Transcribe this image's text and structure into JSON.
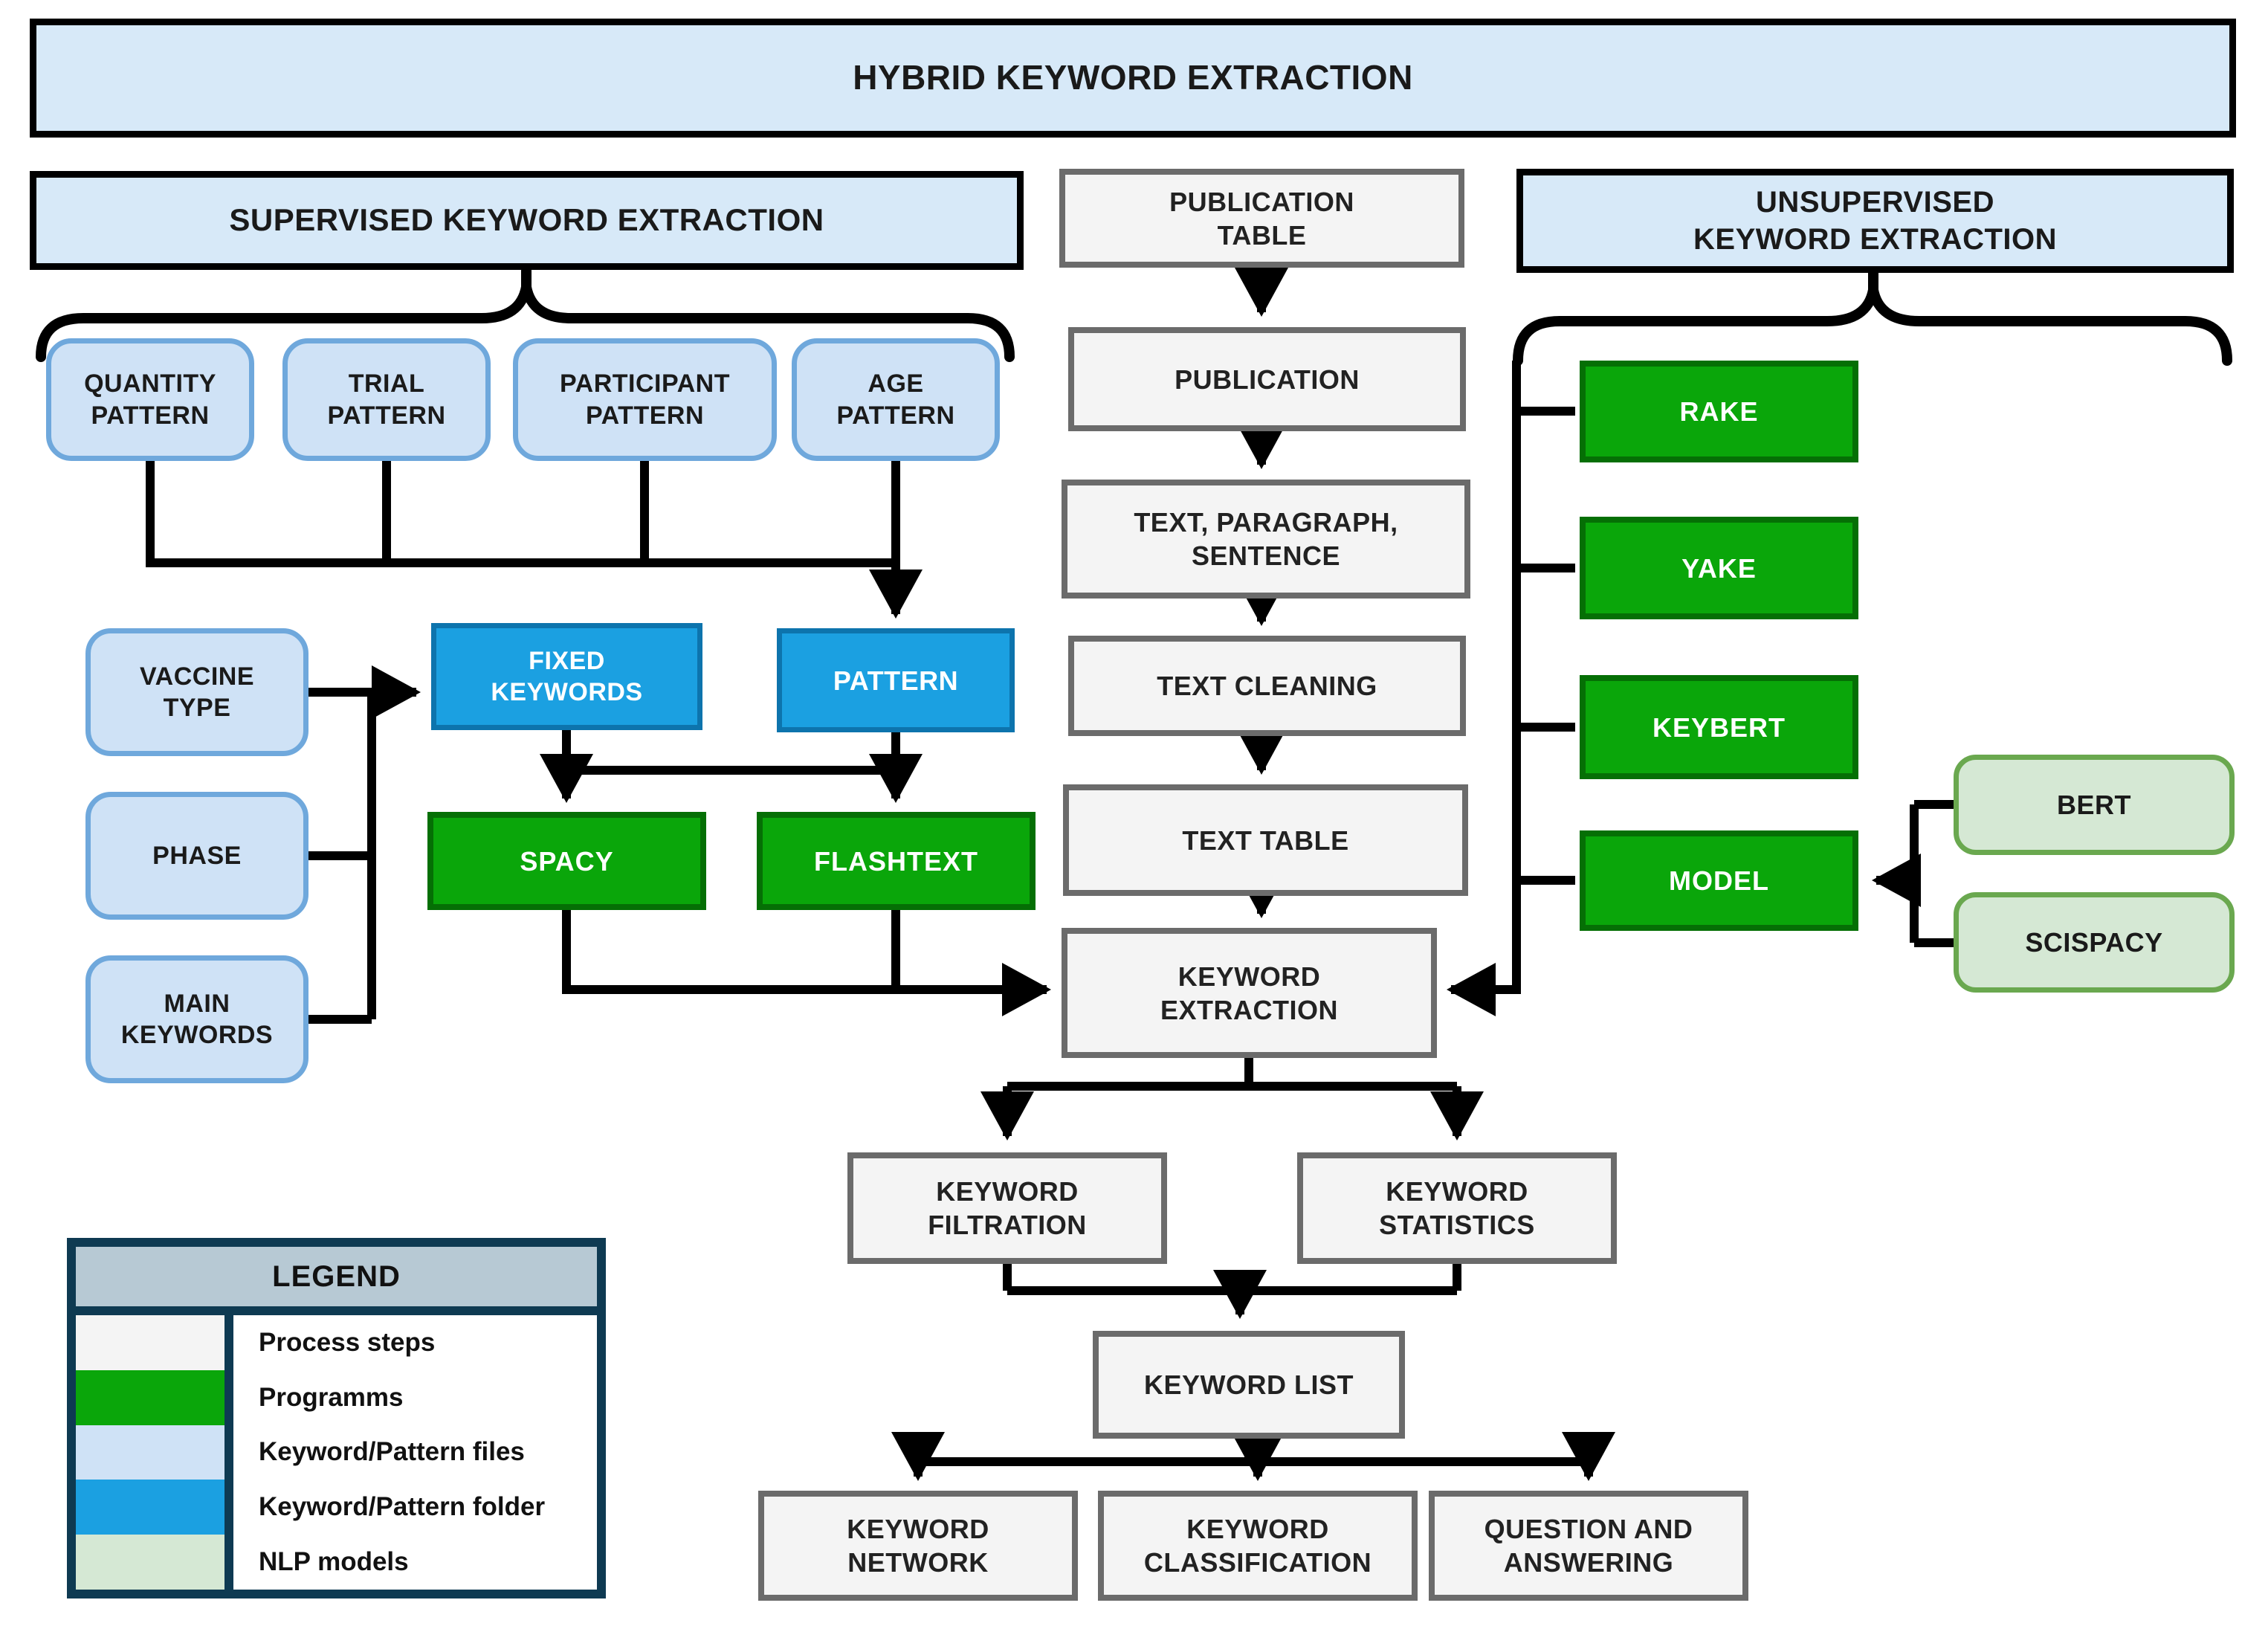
{
  "title": "HYBRID KEYWORD EXTRACTION",
  "sections": {
    "supervised": "SUPERVISED KEYWORD EXTRACTION",
    "unsupervised": "UNSUPERVISED\nKEYWORD EXTRACTION"
  },
  "nodes": {
    "publication_table": "PUBLICATION\nTABLE",
    "publication": "PUBLICATION",
    "text_paragraph_sentence": "TEXT, PARAGRAPH,\nSENTENCE",
    "text_cleaning": "TEXT CLEANING",
    "text_table": "TEXT TABLE",
    "keyword_extraction": "KEYWORD\nEXTRACTION",
    "keyword_filtration": "KEYWORD\nFILTRATION",
    "keyword_statistics": "KEYWORD\nSTATISTICS",
    "keyword_list": "KEYWORD LIST",
    "keyword_network": "KEYWORD\nNETWORK",
    "keyword_classification": "KEYWORD\nCLASSIFICATION",
    "question_answering": "QUESTION AND\nANSWERING",
    "quantity_pattern": "QUANTITY\nPATTERN",
    "trial_pattern": "TRIAL\nPATTERN",
    "participant_pattern": "PARTICIPANT\nPATTERN",
    "age_pattern": "AGE\nPATTERN",
    "vaccine_type": "VACCINE\nTYPE",
    "phase": "PHASE",
    "main_keywords": "MAIN\nKEYWORDS",
    "fixed_keywords": "FIXED\nKEYWORDS",
    "pattern": "PATTERN",
    "spacy": "SPACY",
    "flashtext": "FLASHTEXT",
    "rake": "RAKE",
    "yake": "YAKE",
    "keybert": "KEYBERT",
    "model": "MODEL",
    "bert": "BERT",
    "scispacy": "SCISPACY"
  },
  "legend": {
    "title": "LEGEND",
    "items": [
      {
        "label": "Process steps",
        "color": "#f4f4f4"
      },
      {
        "label": "Programms",
        "color": "#0aa60a"
      },
      {
        "label": "Keyword/Pattern files",
        "color": "#cfe2f6"
      },
      {
        "label": "Keyword/Pattern folder",
        "color": "#1ba0e1"
      },
      {
        "label": "NLP models",
        "color": "#d5e8d4"
      }
    ]
  },
  "colors": {
    "header_fill": "#d7e9f8",
    "process_fill": "#f4f4f4",
    "program_fill": "#0aa60a",
    "file_fill": "#cfe2f6",
    "folder_fill": "#1ba0e1",
    "nlp_fill": "#d5e8d4",
    "legend_border": "#0e3a52",
    "legend_header_fill": "#b7c9d4",
    "connector": "#000000"
  }
}
